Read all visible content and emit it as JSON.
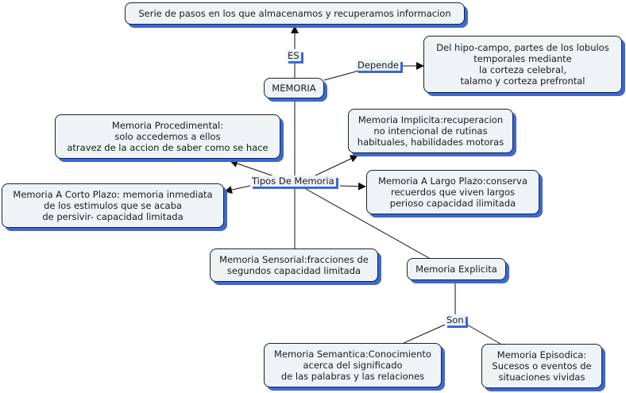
{
  "concept_map": {
    "nodes": {
      "definition": "Serie de pasos en los que almacenamos y recuperamos informacion",
      "memoria": "MEMORIA",
      "depende_target": "Del hipo-campo, partes de los lobulos\ntemporales mediante\nla corteza celebral,\ntalamo y corteza prefrontal",
      "procedimental": "Memoria Procedimental:\nsolo accedemos a ellos\natravez de la accion de saber como se hace",
      "implicita": "Memoria Implicita:recuperacion\nno intencional de rutinas\nhabituales, habilidades motoras",
      "corto_plazo": "Memoria A Corto Plazo: memoria inmediata\nde los estimulos que se acaba\nde persivir- capacidad limitada",
      "largo_plazo": "Memoria A Largo Plazo:conserva\nrecuerdos que viven largos\nperioso capacidad ilimitada",
      "sensorial": "Memoria Sensorial:fracciones de\nsegundos capacidad limitada",
      "explicita": "Memoria Explicita",
      "semantica": "Memoria Semantica:Conocimiento\nacerca del significado\nde las palabras y las relaciones",
      "episodica": "Memoria Episodica:\nSucesos o eventos de\nsituaciones vividas"
    },
    "link_labels": {
      "es": "ES",
      "depende": "Depende",
      "tipos": "Tipos De Memoria",
      "son": "Son"
    },
    "colors": {
      "node_fill": "#eef3f6",
      "shadow": "#3b68d8",
      "line": "#1a1a1a"
    }
  }
}
